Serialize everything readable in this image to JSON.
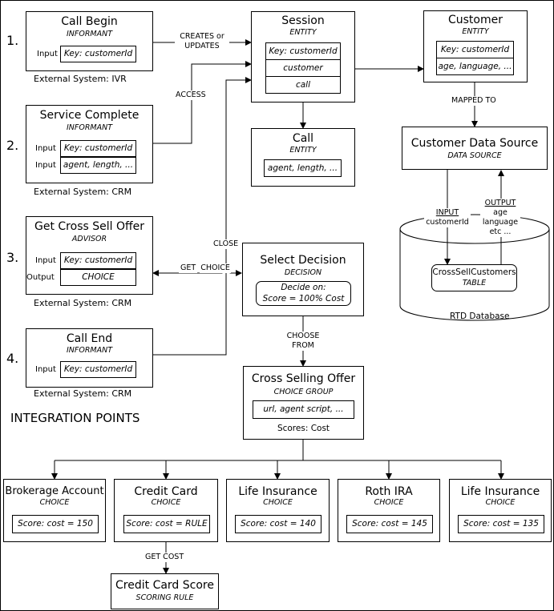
{
  "steps": {
    "one": "1.",
    "two": "2.",
    "three": "3.",
    "four": "4."
  },
  "call_begin": {
    "title": "Call Begin",
    "type": "INFORMANT",
    "input_label": "Input",
    "key": "Key: customerId",
    "external": "External System: IVR"
  },
  "service_complete": {
    "title": "Service Complete",
    "type": "INFORMANT",
    "input_label_1": "Input",
    "field_1": "Key: customerId",
    "input_label_2": "Input",
    "field_2": "agent, length, ...",
    "external": "External System: CRM"
  },
  "cross_sell_offer_advisor": {
    "title": "Get Cross Sell Offer",
    "type": "ADVISOR",
    "input_label": "Input",
    "field_1": "Key: customerId",
    "output_label": "Output",
    "field_2": "CHOICE",
    "external": "External System: CRM"
  },
  "call_end": {
    "title": "Call End",
    "type": "INFORMANT",
    "input_label": "Input",
    "key": "Key: customerId",
    "external": "External System: CRM"
  },
  "session": {
    "title": "Session",
    "type": "ENTITY",
    "rows": [
      "Key: customerId",
      "customer",
      "call"
    ]
  },
  "customer": {
    "title": "Customer",
    "type": "ENTITY",
    "rows": [
      "Key: customerId",
      "age, language, ..."
    ]
  },
  "call": {
    "title": "Call",
    "type": "ENTITY",
    "field": "agent, length, ..."
  },
  "customer_data_source": {
    "title": "Customer Data Source",
    "type": "DATA SOURCE"
  },
  "database": {
    "table_name": "CrossSellCustomers",
    "table_type": "TABLE",
    "label": "RTD Database",
    "input_heading": "INPUT",
    "input_value": "customerId",
    "output_heading": "OUTPUT",
    "output_values": [
      "age",
      "language",
      "etc ..."
    ]
  },
  "select_decision": {
    "title": "Select Decision",
    "type": "DECISION",
    "rule_line_1": "Decide on:",
    "rule_line_2": "Score = 100% Cost"
  },
  "cross_selling_offer": {
    "title": "Cross Selling Offer",
    "type": "CHOICE GROUP",
    "field": "url, agent script, ...",
    "scores": "Scores: Cost"
  },
  "edges": {
    "creates_updates": [
      "CREATES or",
      "UPDATES"
    ],
    "access": "ACCESS",
    "mapped_to": "MAPPED TO",
    "close": "CLOSE",
    "get_choice": [
      "GET",
      "CHOICE"
    ],
    "choose_from": [
      "CHOOSE",
      "FROM"
    ],
    "get_cost": "GET COST"
  },
  "integration_points": "INTEGRATION POINTS",
  "choices": [
    {
      "title": "Brokerage Account",
      "type": "CHOICE",
      "score": "Score: cost = 150"
    },
    {
      "title": "Credit Card",
      "type": "CHOICE",
      "score": "Score: cost = RULE"
    },
    {
      "title": "Life Insurance",
      "type": "CHOICE",
      "score": "Score: cost = 140"
    },
    {
      "title": "Roth IRA",
      "type": "CHOICE",
      "score": "Score: cost = 145"
    },
    {
      "title": "Life Insurance",
      "type": "CHOICE",
      "score": "Score: cost = 135"
    }
  ],
  "scoring_rule": {
    "title": "Credit Card Score",
    "type": "SCORING RULE"
  }
}
